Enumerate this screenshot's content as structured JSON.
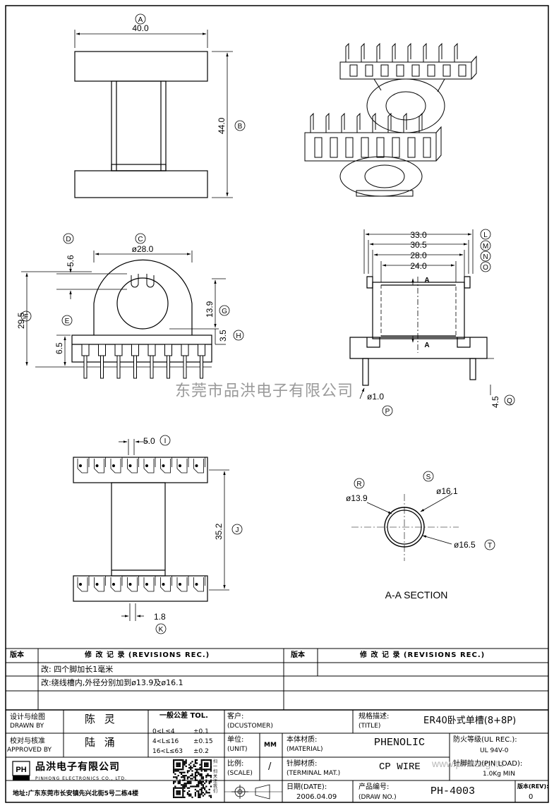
{
  "drawing": {
    "top_view": {
      "callout_a": "A",
      "width": "40.0",
      "callout_b": "B",
      "height": "44.0"
    },
    "front_view": {
      "callout_c": "C",
      "dia": "ø28.0",
      "callout_d": "D",
      "d_val": "5.6",
      "callout_f": "F",
      "f_val": "29.5",
      "callout_g": "G",
      "g_val": "13.9",
      "callout_h": "H",
      "h_val": "3.5",
      "callout_e": "E",
      "e_val": "6.5"
    },
    "side_view": {
      "l": "33.0",
      "m": "30.5",
      "n": "28.0",
      "o": "24.0",
      "callouts": [
        "L",
        "M",
        "N",
        "O"
      ],
      "section_mark": "A",
      "pin_dia": "ø1.0",
      "callout_p": "P",
      "q_val": "4.5",
      "callout_q": "Q"
    },
    "bottom_view": {
      "i_val": "5.0",
      "callout_i": "I",
      "j_val": "35.2",
      "callout_j": "J",
      "k_val": "1.8",
      "callout_k": "K"
    },
    "section": {
      "callout_r": "R",
      "r_val": "ø13.9",
      "callout_s": "S",
      "s_val": "ø16.1",
      "t_val": "ø16.5",
      "callout_t": "T",
      "label": "A-A SECTION"
    }
  },
  "watermark": "东莞市品洪电子有限公司",
  "watermark_url": "www.pinhong.ltd",
  "title_block": {
    "rev_header": "版本",
    "rev_rec_header": "修 改 记 录 (REVISIONS REC.)",
    "rev_header2": "版本",
    "rev_rec_header2": "修 改 记 录 (REVISIONS REC.)",
    "rev1": "改: 四个脚加长1毫米",
    "rev2": "改:绕线槽内,外径分别加到ø13.9及ø16.1",
    "designer_label": "设计与绘图",
    "designer_label_en": "DRAWN BY",
    "designer": "陈 灵",
    "checker_label": "校对与核准",
    "checker_label_en": "APPROVED BY",
    "checker": "陆 涌",
    "tol_title": "一般公差 TOL.",
    "tol_rows": [
      [
        "0<L≤4",
        "±0.1"
      ],
      [
        "4<L≤16",
        "±0.15"
      ],
      [
        "16<L≤63",
        "±0.2"
      ]
    ],
    "customer_label": "客户:",
    "customer_label_en": "(DCUSTOMER)",
    "title_label": "规格描述:",
    "title_label_en": "(TITLE)",
    "title": "ER40卧式单槽(8+8P)",
    "unit_label": "单位:",
    "unit_label_en": "(UNIT)",
    "unit": "MM",
    "material_label": "本体材质:",
    "material_label_en": "(MATERIAL)",
    "material": "PHENOLIC",
    "ul_label": "防火等级(UL REC.):",
    "ul": "UL 94V-0",
    "scale_label": "比例:",
    "scale_label_en": "(SCALE)",
    "scale": "/",
    "terminal_label": "针脚材质:",
    "terminal_label_en": "(TERMINAL MAT.)",
    "terminal": "CP WIRE",
    "pinload_label": "针脚拉力(PIN LOAD):",
    "pinload": "1.0Kg MIN",
    "company_cn": "品洪电子有限公司",
    "company_en": "PINHONG ELECTRONICS CO., LTD.",
    "logo_text": "PH",
    "date_label": "日期(DATE):",
    "date": "2006.04.09",
    "drawno_label": "产品编号:",
    "drawno_label_en": "(DRAW NO.)",
    "drawno": "PH-4003",
    "rev_label": "版本(REV):",
    "rev": "0",
    "address": "地址:广东东莞市长安镇先兴北街5号二栋4楼",
    "qr_side": "扫一扫 关注我们"
  }
}
